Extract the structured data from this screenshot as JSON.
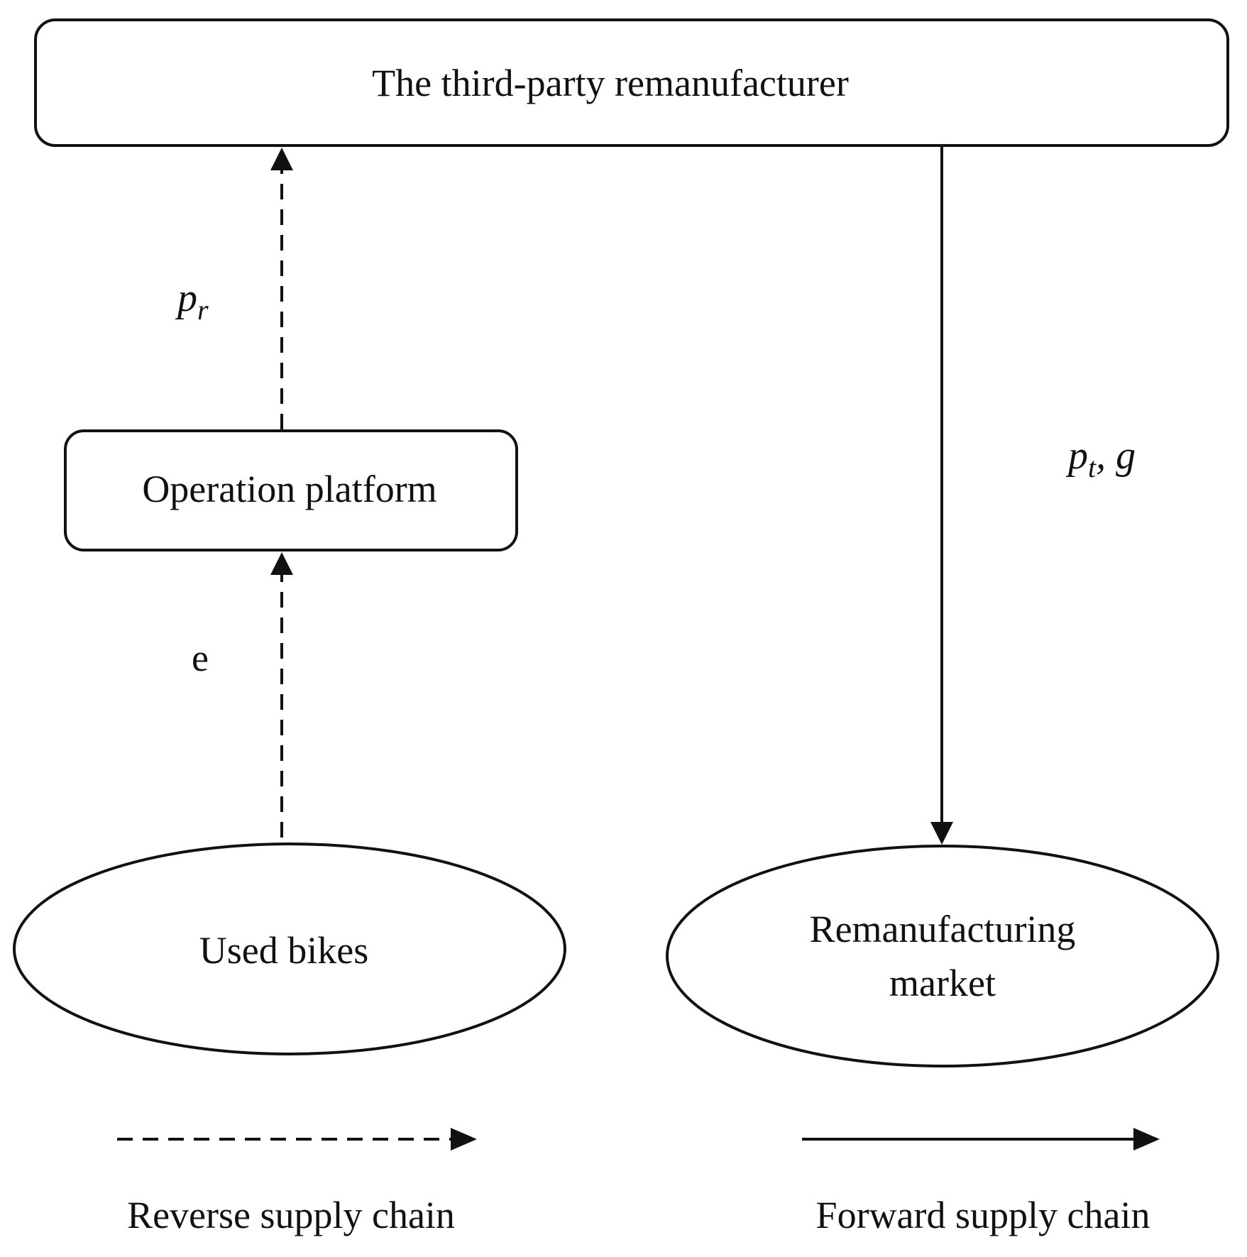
{
  "nodes": {
    "remanufacturer": "The third-party remanufacturer",
    "platform": "Operation platform",
    "used_bikes": "Used bikes",
    "market_line1": "Remanufacturing",
    "market_line2": "market"
  },
  "edge_labels": {
    "platform_to_remanufacturer": {
      "base": "p",
      "sub": "r"
    },
    "bikes_to_platform": "e",
    "remanufacturer_to_market": {
      "base": "p",
      "sub": "t",
      "suffix": ", g"
    }
  },
  "legend": {
    "reverse": "Reverse supply chain",
    "forward": "Forward supply chain"
  }
}
